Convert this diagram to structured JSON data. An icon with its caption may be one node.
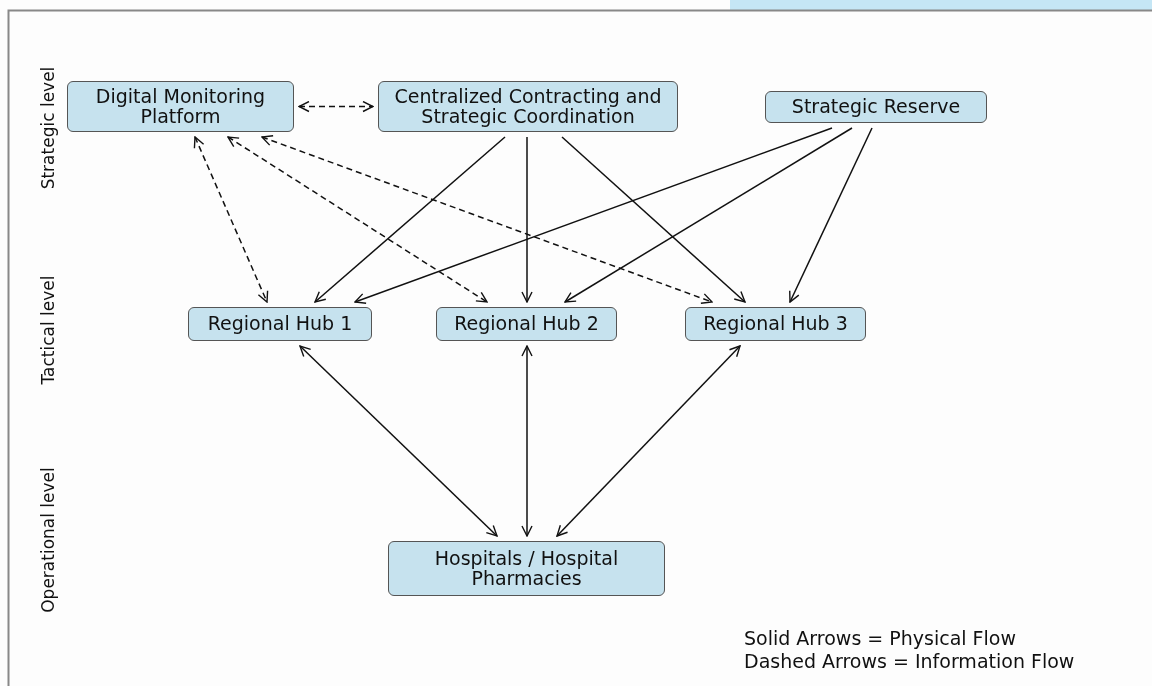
{
  "diagram": {
    "nodes": [
      {
        "text": [
          "Digital Monitoring Platform"
        ]
      },
      {
        "text": [
          "Centralized Contracting and Strategic Coordination"
        ]
      },
      {
        "text": [
          "Strategic Reserve"
        ]
      },
      {
        "text": [
          "Regional Hub 1"
        ]
      },
      {
        "text": [
          "Regional Hub 2"
        ]
      },
      {
        "text": [
          "Regional Hub 3"
        ]
      },
      {
        "text": [
          "Hospitals / Hospital Pharmacies"
        ]
      }
    ],
    "edges": [
      {
        "from": 0,
        "to": 1,
        "arrow": "both",
        "style": "dashed"
      },
      {
        "from": 0,
        "to": 3,
        "arrow": "both",
        "style": "dashed"
      },
      {
        "from": 0,
        "to": 4,
        "arrow": "both",
        "style": "dashed"
      },
      {
        "from": 0,
        "to": 5,
        "arrow": "both",
        "style": "dashed"
      },
      {
        "from": 1,
        "to": 3,
        "arrow": "to"
      },
      {
        "from": 1,
        "to": 4,
        "arrow": "to"
      },
      {
        "from": 1,
        "to": 5,
        "arrow": "to"
      },
      {
        "from": 2,
        "to": 3,
        "arrow": "to"
      },
      {
        "from": 2,
        "to": 4,
        "arrow": "to"
      },
      {
        "from": 2,
        "to": 5,
        "arrow": "to"
      },
      {
        "from": 3,
        "to": 6,
        "arrow": "both"
      },
      {
        "from": 4,
        "to": 6,
        "arrow": "both"
      },
      {
        "from": 5,
        "to": 6,
        "arrow": "both"
      }
    ],
    "labels": [
      "Strategic level",
      "Tactical level",
      "Operational level",
      "Solid Arrows = Physical Flow",
      "Dashed Arrows = Information Flow"
    ]
  }
}
